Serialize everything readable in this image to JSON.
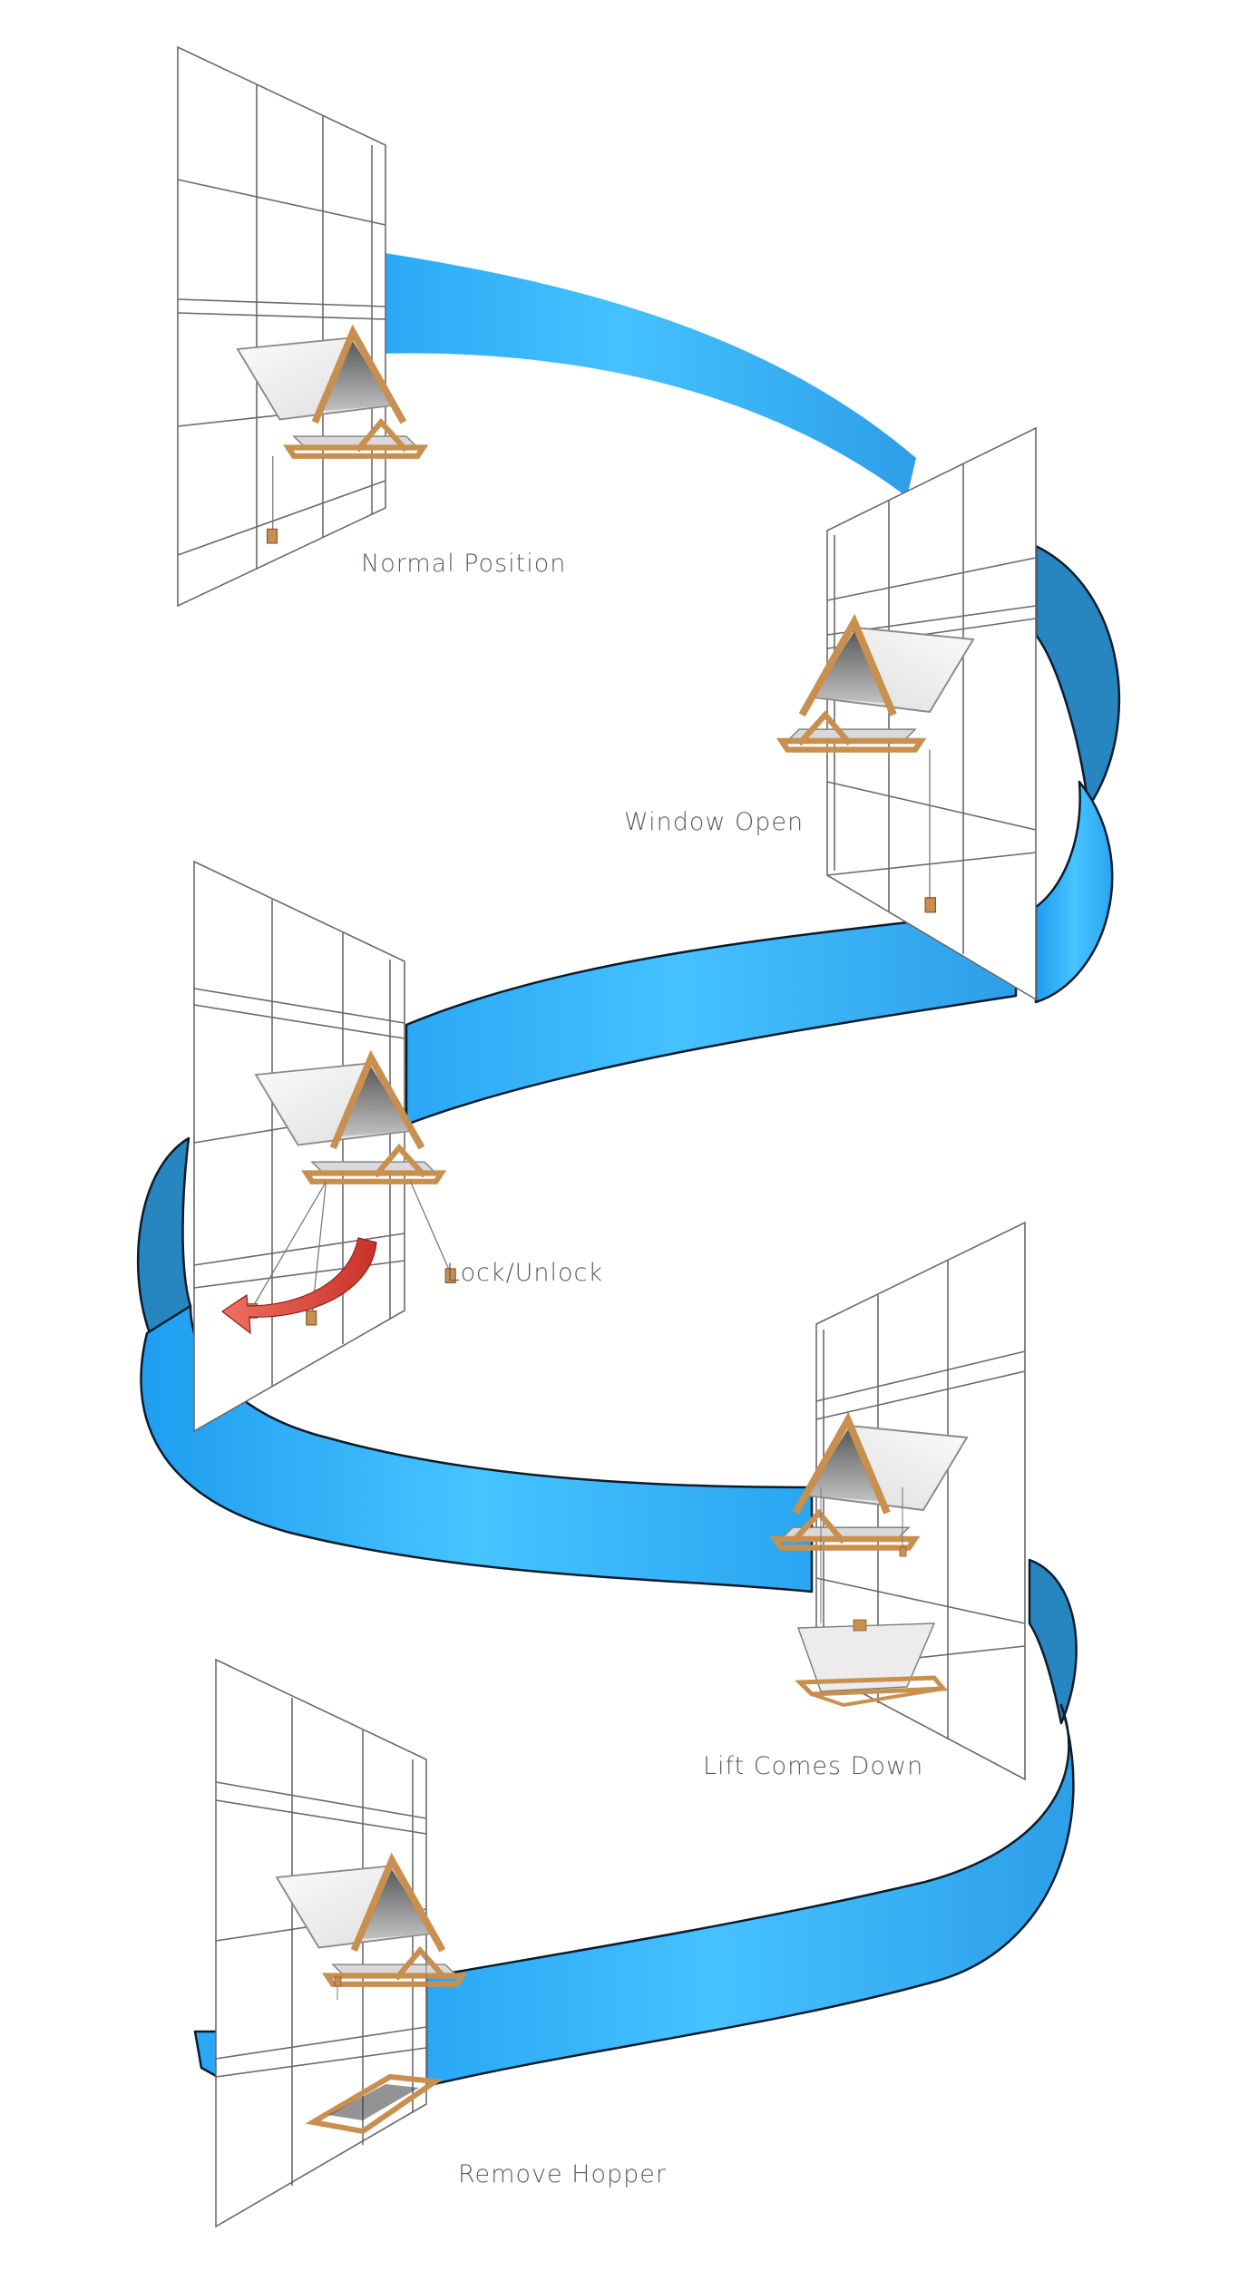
{
  "steps": [
    {
      "id": "normal-position",
      "label": "Normal Position"
    },
    {
      "id": "window-open",
      "label": "Window Open"
    },
    {
      "id": "lock-unlock",
      "label": "Lock/Unlock"
    },
    {
      "id": "lift-comes-down",
      "label": "Lift Comes Down"
    },
    {
      "id": "remove-hopper",
      "label": "Remove Hopper"
    }
  ],
  "colors": {
    "ribbon_light": "#45c2ff",
    "ribbon_mid": "#2aa8f5",
    "ribbon_dark": "#2785bf",
    "outline": "#0d1b2a",
    "frame": "#6a6a6a",
    "wood": "#c98f4f",
    "arrow": "#e2473a"
  }
}
